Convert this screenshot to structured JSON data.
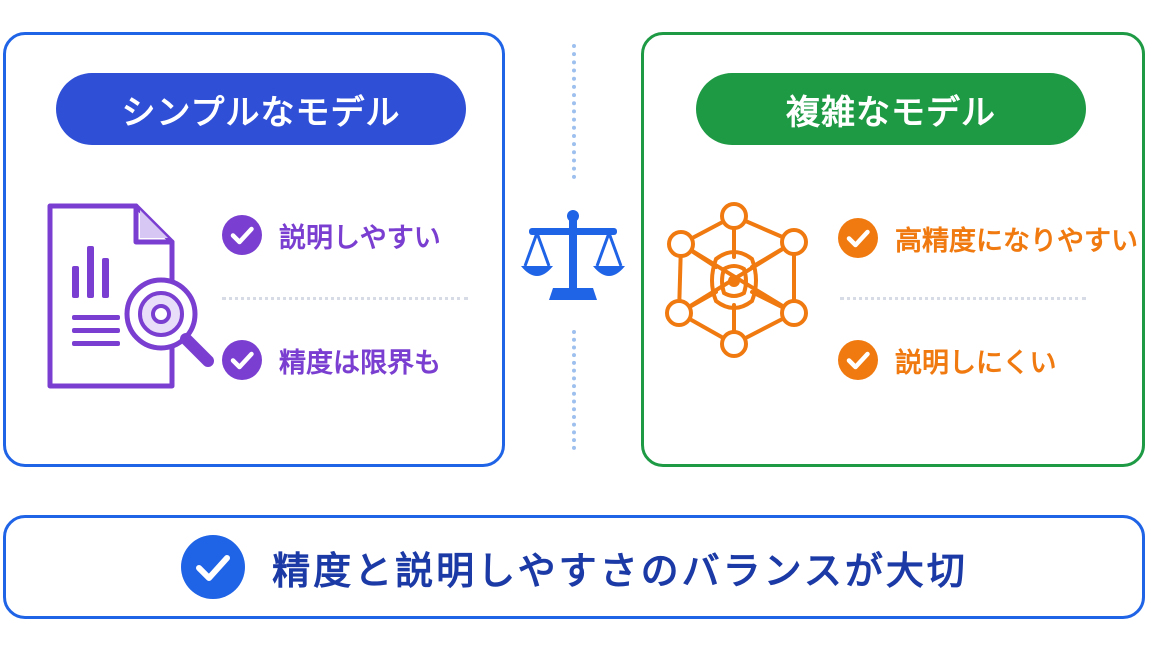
{
  "left_panel": {
    "title": "シンプルなモデル",
    "icon": "document-magnifier-icon",
    "features": [
      "説明しやすい",
      "精度は限界も"
    ]
  },
  "right_panel": {
    "title": "複雑なモデル",
    "icon": "neural-network-icon",
    "features": [
      "高精度になりやすい",
      "説明しにくい"
    ]
  },
  "center_icon": "balance-scale-icon",
  "conclusion": {
    "text": "精度と説明しやすさのバランスが大切",
    "icon": "check-circle-icon"
  },
  "colors": {
    "left_border": "#1f63e6",
    "left_pill": "#2f4fd7",
    "left_accent": "#7a3fd0",
    "right_border": "#1e9a45",
    "right_pill": "#1e9a45",
    "right_accent": "#f07a10",
    "scale": "#1f63e6",
    "conclusion_text": "#1c3aa6"
  }
}
